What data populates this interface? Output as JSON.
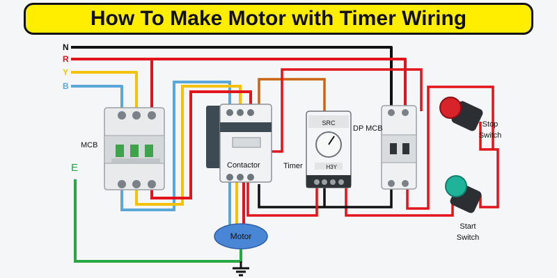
{
  "title": "How To Make Motor with Timer Wiring",
  "line_labels": {
    "n": "N",
    "r": "R",
    "y": "Y",
    "b": "B",
    "e": "E"
  },
  "components": {
    "mcb": "MCB",
    "contactor": "Contactor",
    "timer": "Timer",
    "dp_mcb": "DP MCB",
    "motor": "Motor",
    "stop_switch_line1": "Stop",
    "stop_switch_line2": "Switch",
    "start_switch_line1": "Start",
    "start_switch_line2": "Switch",
    "timer_brand": "SRC",
    "timer_model": "H3Y"
  },
  "wire_colors": {
    "neutral": "#111111",
    "red": "#e0141a",
    "yellow": "#f4c20d",
    "blue": "#5aa7d8",
    "earth": "#27a844",
    "control": "#c86414"
  }
}
